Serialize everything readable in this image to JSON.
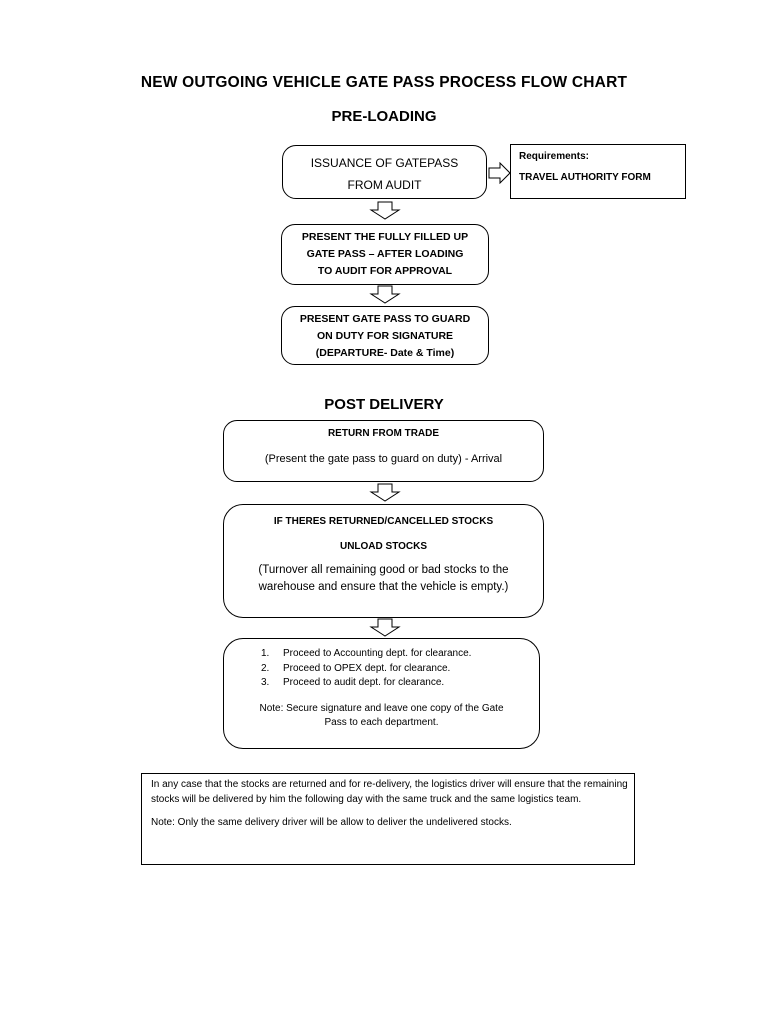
{
  "title": "NEW OUTGOING VEHICLE GATE PASS PROCESS FLOW CHART",
  "pre_loading": {
    "heading": "PRE-LOADING",
    "step1_line1": "ISSUANCE OF GATEPASS",
    "step1_line2": "FROM AUDIT",
    "requirements_label": "Requirements:",
    "requirements_item": "TRAVEL AUTHORITY FORM",
    "step2_line1": "PRESENT THE FULLY FILLED UP",
    "step2_line2": "GATE PASS – AFTER LOADING",
    "step2_line3": "TO AUDIT FOR APPROVAL",
    "step3_line1": "PRESENT GATE PASS TO GUARD",
    "step3_line2": "ON DUTY FOR SIGNATURE",
    "step3_line3": "(DEPARTURE- Date & Time)"
  },
  "post_delivery": {
    "heading": "POST DELIVERY",
    "step1_line1": "RETURN FROM TRADE",
    "step1_line2": "(Present the gate pass to guard on duty) - Arrival",
    "step2_line1": "IF THERES RETURNED/CANCELLED STOCKS",
    "step2_line2": "UNLOAD STOCKS",
    "step2_line3": "(Turnover all remaining good or bad stocks to the",
    "step2_line4": "warehouse and ensure that the vehicle is empty.)",
    "clearance_items": [
      {
        "num": "1.",
        "text": "Proceed to Accounting dept. for clearance."
      },
      {
        "num": "2.",
        "text": "Proceed to OPEX dept.  for clearance."
      },
      {
        "num": "3.",
        "text": "Proceed to audit dept.  for clearance."
      }
    ],
    "clearance_note_line1": "Note: Secure signature and leave one copy of the Gate",
    "clearance_note_line2": "Pass to each department."
  },
  "footer_box": {
    "para1": "In any case that the stocks are returned and for re-delivery, the logistics driver will ensure that the remaining stocks will be delivered by him the following day with the same truck and the same logistics team.",
    "para2": "Note: Only the same delivery driver will be allow to deliver the undelivered stocks."
  }
}
